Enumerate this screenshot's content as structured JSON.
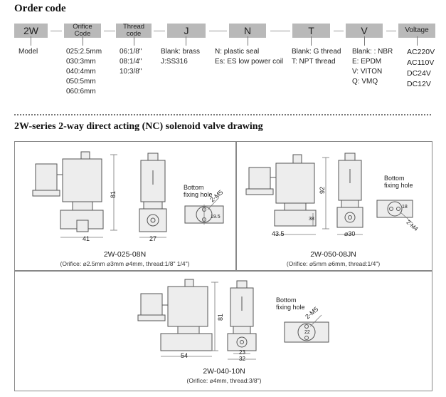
{
  "order": {
    "title": "Order code",
    "boxes": [
      {
        "label": "2W"
      },
      {
        "line1": "Orifice",
        "line2": "Code"
      },
      {
        "line1": "Thread",
        "line2": "code"
      },
      {
        "label": "J"
      },
      {
        "label": "N"
      },
      {
        "label": "T"
      },
      {
        "label": "V"
      },
      {
        "label": "Voltage"
      }
    ],
    "model_label": "Model",
    "orifice_options": [
      "025:2.5mm",
      "030:3mm",
      "040:4mm",
      "050:5mm",
      "060:6mm"
    ],
    "thread_options": [
      "06:1/8\"",
      "08:1/4\"",
      "10:3/8\""
    ],
    "material_options": [
      "Blank: brass",
      "J:SS316"
    ],
    "seal_options": [
      "N: plastic seal",
      "Es: ES low power coil"
    ],
    "thread_type_options": [
      "Blank: G thread",
      "T: NPT thread"
    ],
    "elastomer_options": [
      "Blank: : NBR",
      "E: EPDM",
      "V: VITON",
      "Q: VMQ"
    ],
    "voltage_options": [
      "AC220V",
      "AC110V",
      "DC24V",
      "DC12V"
    ]
  },
  "drawing": {
    "title": "2W-series 2-way direct acting (NC) solenoid valve drawing",
    "panels": [
      {
        "model": "2W-025-08N",
        "spec": "(Orifice: ⌀2.5mm ⌀3mm ⌀4mm, thread:1/8\" 1/4\")",
        "bottom_label_1": "Bottom",
        "bottom_label_2": "fixing hole",
        "dims": {
          "height": "81",
          "width_a": "41",
          "width_b": "27",
          "screw": "2-M5",
          "hole": "19.5"
        }
      },
      {
        "model": "2W-050-08JN",
        "spec": "(Orifice: ⌀5mm ⌀6mm, thread:1/4\")",
        "bottom_label_1": "Bottom",
        "bottom_label_2": "fixing hole",
        "dims": {
          "height": "92",
          "width_a": "43.5",
          "width_b": "⌀30",
          "side": "38",
          "screw": "2-M4",
          "hole": "18"
        }
      },
      {
        "model": "2W-040-10N",
        "spec": "(Orifice: ⌀4mm, thread:3/8\")",
        "bottom_label_1": "Bottom",
        "bottom_label_2": "fixing hole",
        "dims": {
          "height": "81",
          "width_a": "54",
          "width_b": "23",
          "width_c": "32",
          "screw": "2-M5",
          "hole": "22"
        }
      }
    ]
  }
}
